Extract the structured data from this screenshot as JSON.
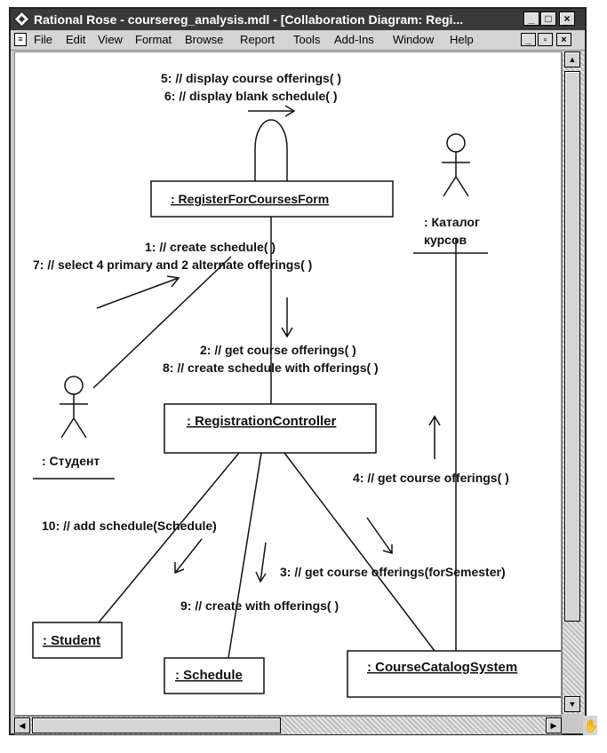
{
  "window": {
    "title": "Rational Rose - coursereg_analysis.mdl - [Collaboration Diagram: Regi..."
  },
  "titlebar_buttons": [
    "_",
    "□",
    "×"
  ],
  "menu": {
    "doc_icon": "document-icon",
    "items": [
      {
        "label": "File"
      },
      {
        "label": "Edit"
      },
      {
        "label": "View"
      },
      {
        "label": "Format"
      },
      {
        "label": "Browse"
      },
      {
        "label": "Report"
      },
      {
        "label": "Tools"
      },
      {
        "label": "Add-Ins"
      },
      {
        "label": "Window"
      },
      {
        "label": "Help"
      }
    ],
    "mdi_buttons": [
      "_",
      "▫",
      "×"
    ]
  },
  "diagram": {
    "objects": {
      "register_form": ": RegisterForCoursesForm",
      "registration_controller": ": RegistrationController",
      "student": ": Student",
      "schedule": ": Schedule",
      "course_catalog_system": ": CourseCatalogSystem"
    },
    "actors": {
      "student": ": Студент",
      "catalog_line1": ": Каталог",
      "catalog_line2": "курсов"
    },
    "messages": {
      "m5": "5: // display course offerings( )",
      "m6": "6: // display blank schedule( )",
      "m1": "1: // create schedule( )",
      "m7": "7: // select 4 primary and 2 alternate offerings( )",
      "m2": "2: // get course offerings( )",
      "m8": "8: // create schedule with offerings( )",
      "m4": "4: // get course offerings( )",
      "m10": "10: // add schedule(Schedule)",
      "m3": "3: // get course offerings(forSemester)",
      "m9": "9: // create with offerings( )"
    }
  }
}
